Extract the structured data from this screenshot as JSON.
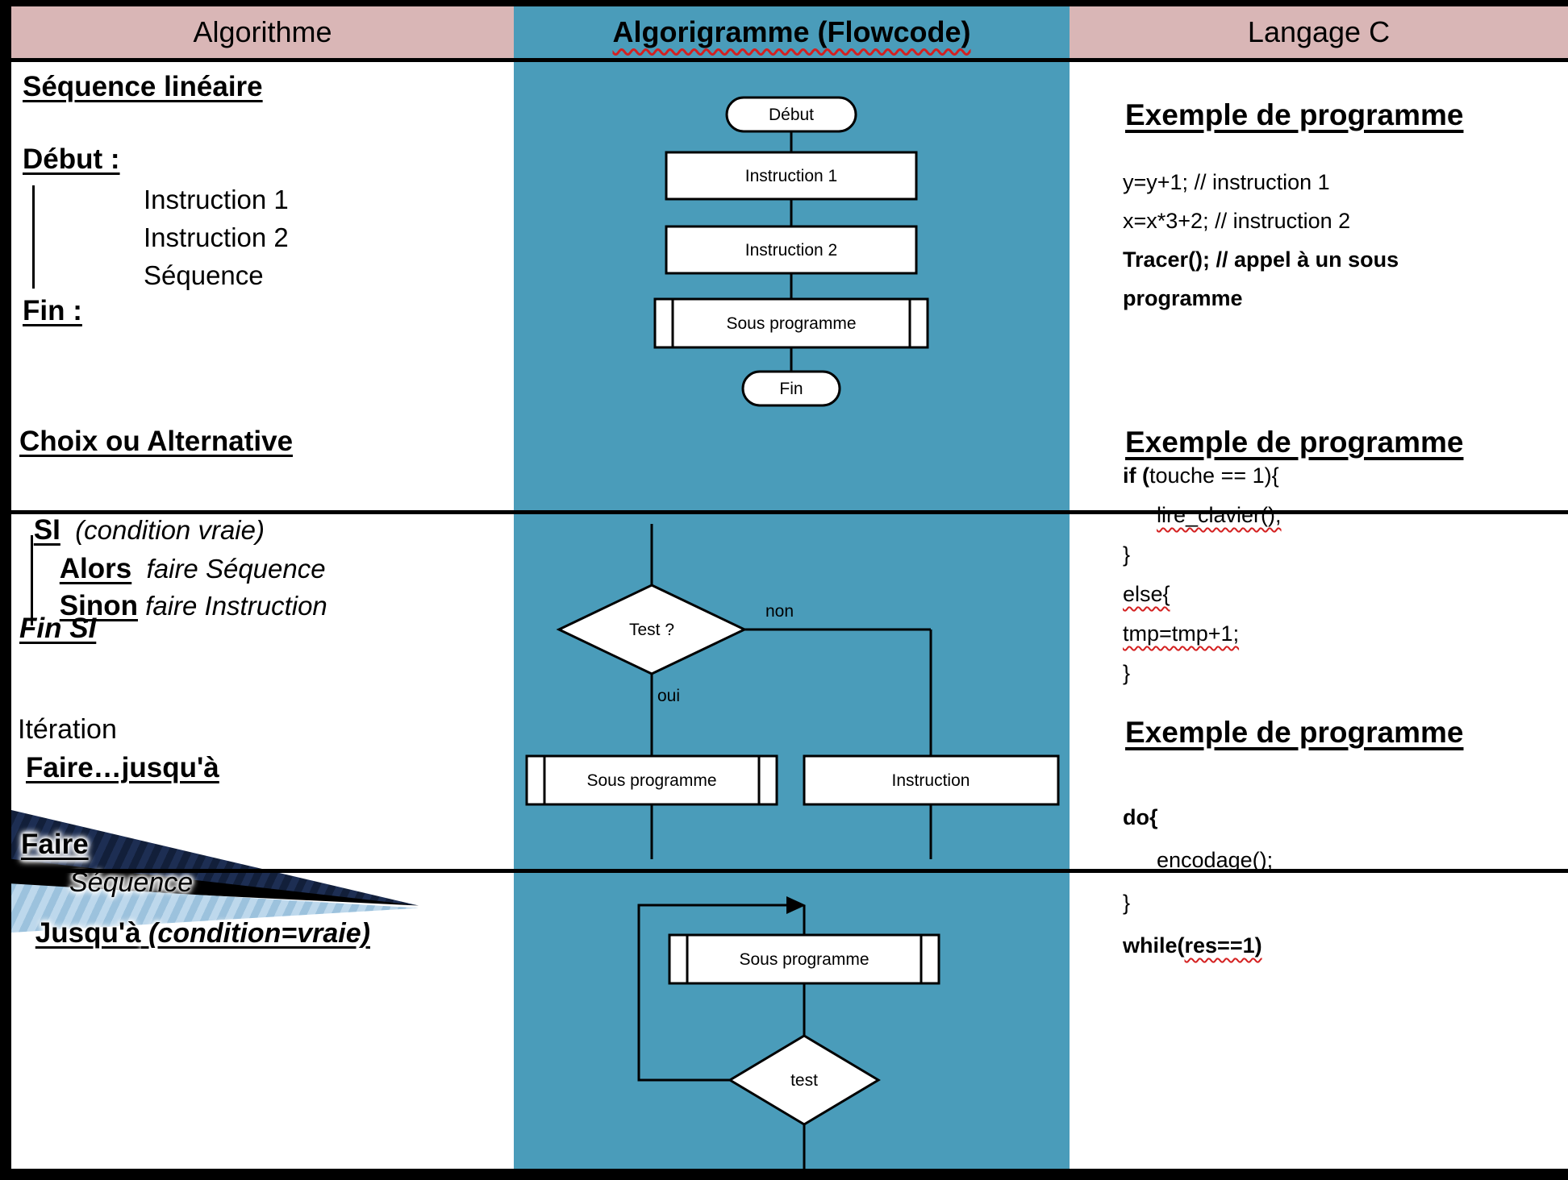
{
  "colors": {
    "flow_column_teal": "#4a9cba",
    "header_pink": "#d9b6b6",
    "spellcheck_red": "#d42020"
  },
  "header": {
    "c1": "Algorithme",
    "c2": "Algorigramme (Flowcode)",
    "c3": "Langage C"
  },
  "row1": {
    "algo": {
      "title": "Séquence linéaire",
      "debut": "Début :",
      "items": [
        "Instruction 1",
        "Instruction 2",
        "Séquence"
      ],
      "fin": "Fin :"
    },
    "flow": {
      "start": "Début",
      "i1": "Instruction 1",
      "i2": "Instruction 2",
      "sub": "Sous programme",
      "end": "Fin"
    },
    "code": {
      "heading": "Exemple de programme",
      "lines": [
        {
          "segs": [
            {
              "t": "y=y+1; // instruction 1"
            }
          ]
        },
        {
          "segs": [
            {
              "t": "x=x*3+2; // instruction 2"
            }
          ]
        },
        {
          "segs": [
            {
              "t": "Tracer(); // appel à un sous",
              "b": true
            }
          ]
        },
        {
          "segs": [
            {
              "t": "programme",
              "b": true
            }
          ]
        }
      ]
    }
  },
  "row2": {
    "algo": {
      "title": "Choix ou Alternative",
      "si": "SI",
      "si_rest": "  (condition vraie)",
      "alors": "Alors",
      "alors_rest": "  faire Séquence",
      "sinon": "Sinon",
      "sinon_rest": " faire Instruction",
      "finsi": "Fin SI"
    },
    "flow": {
      "test": "Test ?",
      "non": "non",
      "oui": "oui",
      "sub": "Sous programme",
      "inst": "Instruction"
    },
    "code": {
      "heading": "Exemple de programme",
      "lines": [
        {
          "segs": [
            {
              "t": "if (",
              "b": true
            },
            {
              "t": "touche == 1){"
            }
          ]
        },
        {
          "ind": true,
          "segs": [
            {
              "t": "lire_clavier();",
              "w": true
            }
          ]
        },
        {
          "segs": [
            {
              "t": "}"
            }
          ]
        },
        {
          "segs": [
            {
              "t": "else{",
              "w": true
            }
          ]
        },
        {
          "segs": [
            {
              "t": "tmp=tmp+1;",
              "w": true
            }
          ]
        },
        {
          "segs": [
            {
              "t": "}"
            }
          ]
        }
      ]
    }
  },
  "row3": {
    "algo": {
      "t1": "Itération",
      "t2": "Faire…jusqu'à",
      "faire": "Faire",
      "seq": "Séquence",
      "jusqua": "Jusqu'à",
      "jusqua_rest": " (condition=vraie)"
    },
    "flow": {
      "sub": "Sous programme",
      "test": "test"
    },
    "code": {
      "heading": "Exemple de programme",
      "lines": [
        {
          "segs": [
            {
              "t": "do{",
              "b": true
            }
          ]
        },
        {
          "ind": true,
          "segs": [
            {
              "t": "encodage();"
            }
          ]
        },
        {
          "segs": [
            {
              "t": "}"
            }
          ]
        },
        {
          "segs": [
            {
              "t": "while(",
              "b": true
            },
            {
              "t": "res==1)",
              "b": true,
              "w": true
            }
          ]
        }
      ]
    }
  }
}
